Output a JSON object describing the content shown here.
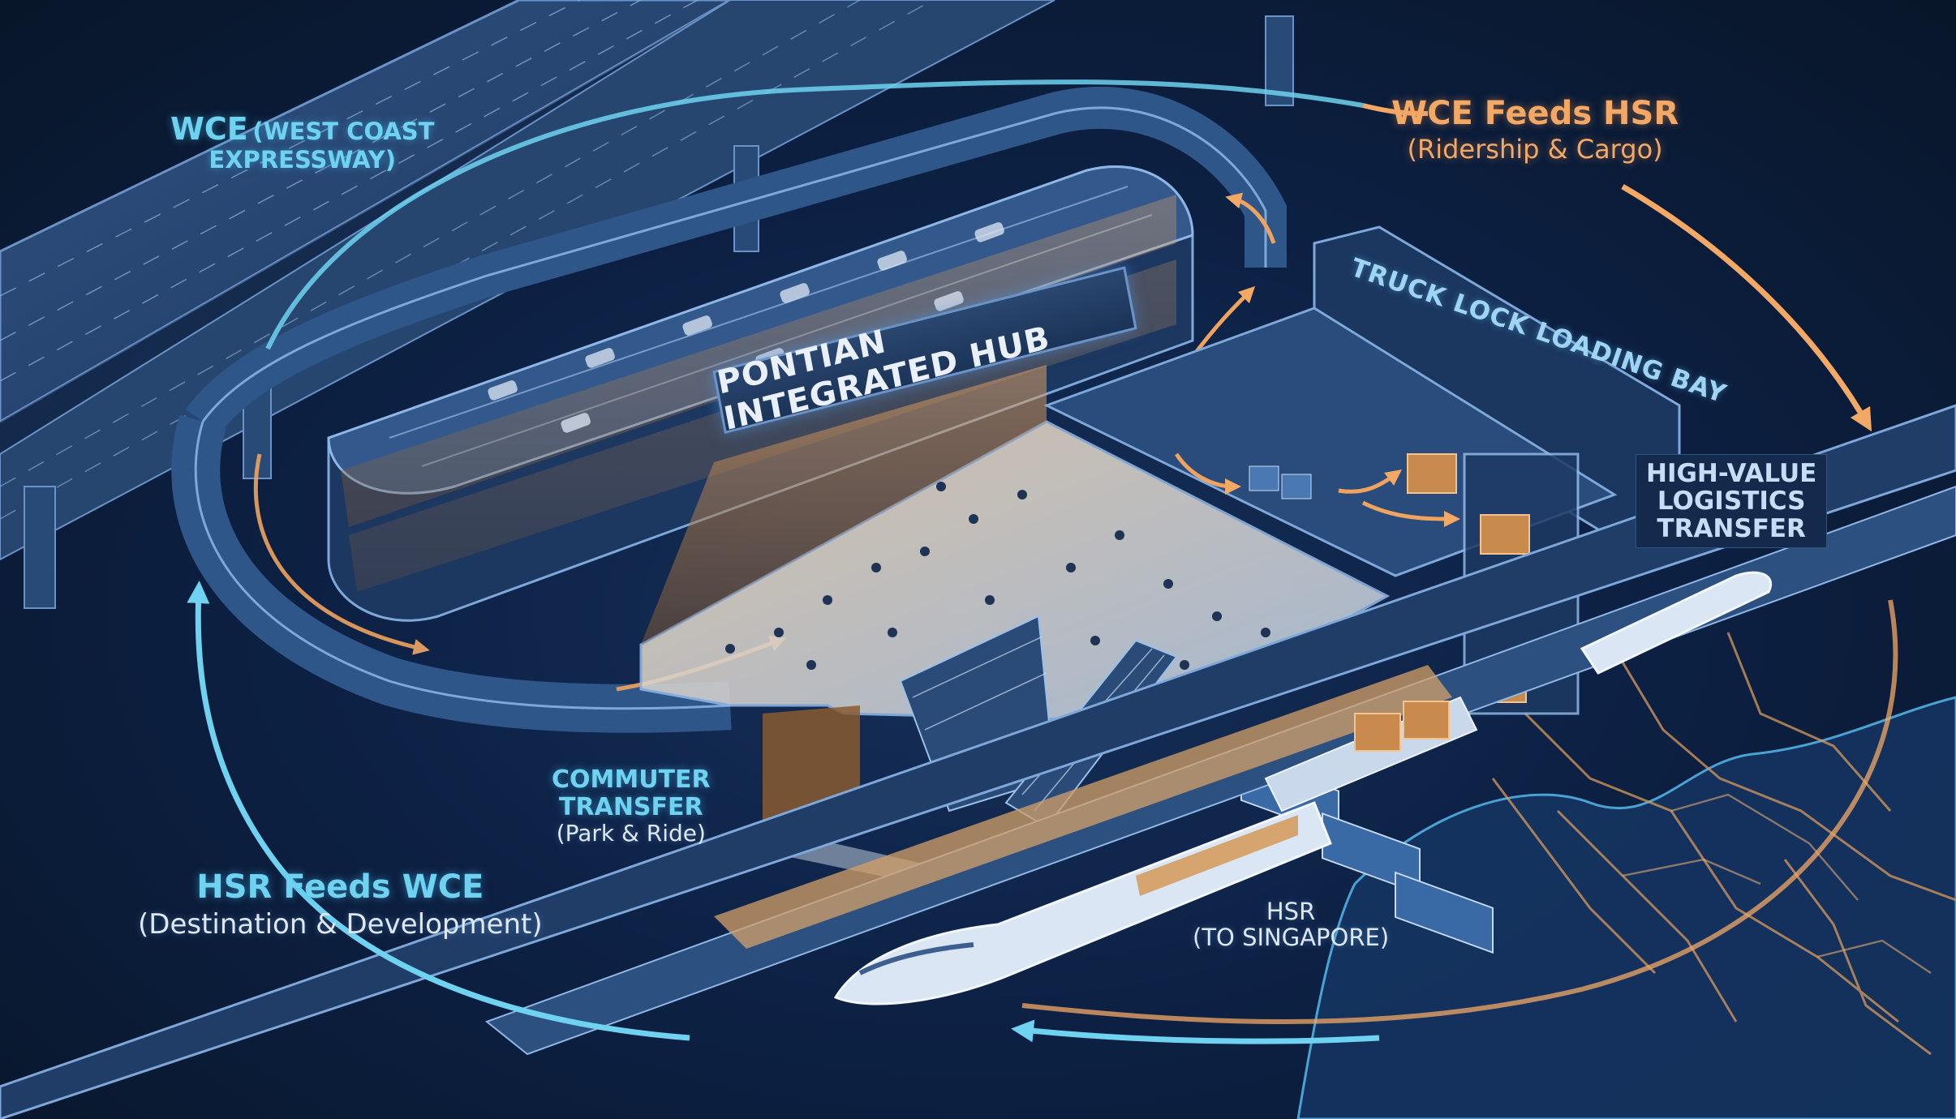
{
  "labels": {
    "wce_main": "WCE",
    "wce_paren": "(WEST COAST",
    "wce_line2": "EXPRESSWAY)",
    "wce_feeds_title": "WCE Feeds HSR",
    "wce_feeds_sub": "(Ridership & Cargo)",
    "truck_bay": "TRUCK LOCK LOADING BAY",
    "hub_sign": "PONTIAN INTEGRATED HUB",
    "hvlt_line1": "HIGH-VALUE",
    "hvlt_line2": "LOGISTICS",
    "hvlt_line3": "TRANSFER",
    "commuter_line1": "COMMUTER",
    "commuter_line2": "TRANSFER",
    "commuter_sub": "(Park & Ride)",
    "hsr_feeds_title": "HSR Feeds WCE",
    "hsr_feeds_sub": "(Destination & Development)",
    "hsr_line1": "HSR",
    "hsr_line2": "(TO SINGAPORE)"
  },
  "colors": {
    "cyan_flow": "#5cc8f0",
    "orange_flow": "#f0a35e",
    "structure": "#4f7bb8",
    "warm_light": "#d99a5c",
    "background": "#0d2145"
  }
}
